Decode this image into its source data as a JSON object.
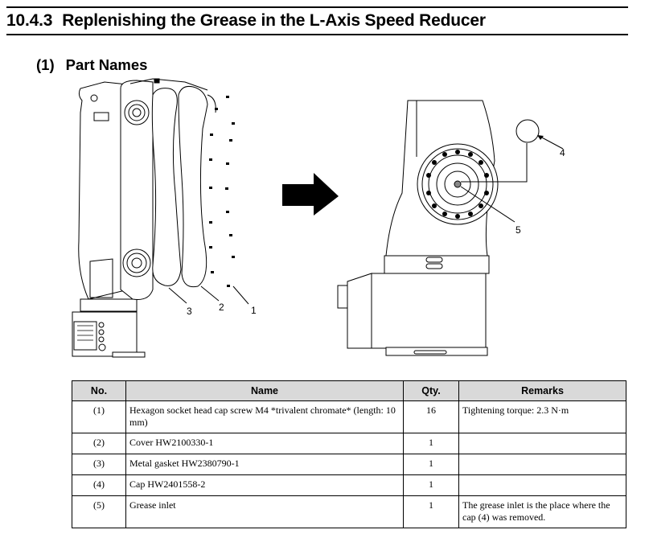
{
  "section": {
    "number": "10.4.3",
    "title": "Replenishing the Grease in the L-Axis Speed Reducer"
  },
  "subsection": {
    "number": "(1)",
    "title": "Part Names"
  },
  "figure": {
    "callouts": [
      "1",
      "2",
      "3",
      "4",
      "5"
    ],
    "arrow_icon": "right-arrow-icon"
  },
  "table": {
    "headers": [
      "No.",
      "Name",
      "Qty.",
      "Remarks"
    ],
    "rows": [
      {
        "no": "(1)",
        "name": "Hexagon socket head cap screw M4 *trivalent chromate* (length: 10 mm)",
        "qty": "16",
        "remarks": "Tightening torque: 2.3 N·m"
      },
      {
        "no": "(2)",
        "name": "Cover HW2100330-1",
        "qty": "1",
        "remarks": ""
      },
      {
        "no": "(3)",
        "name": "Metal gasket HW2380790-1",
        "qty": "1",
        "remarks": ""
      },
      {
        "no": "(4)",
        "name": "Cap HW2401558-2",
        "qty": "1",
        "remarks": ""
      },
      {
        "no": "(5)",
        "name": "Grease inlet",
        "qty": "1",
        "remarks": "The grease inlet is the place where the cap (4) was removed."
      }
    ],
    "header_bg": "#d9d9d9"
  }
}
